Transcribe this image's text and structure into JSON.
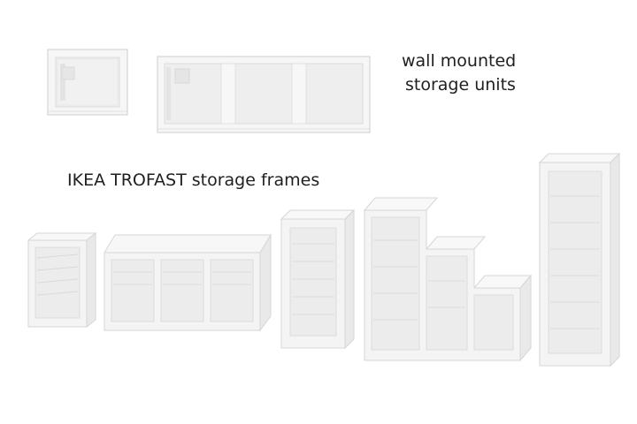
{
  "captions": {
    "wall_line1": "wall mounted",
    "wall_line2": "storage units",
    "frames": "IKEA TROFAST storage frames"
  },
  "colors": {
    "frame_face": "#f4f4f4",
    "frame_edge": "#d6d6d6",
    "interior_back": "#ebebeb",
    "shadow": "#e2e2e2",
    "text": "#1f1f1f"
  }
}
